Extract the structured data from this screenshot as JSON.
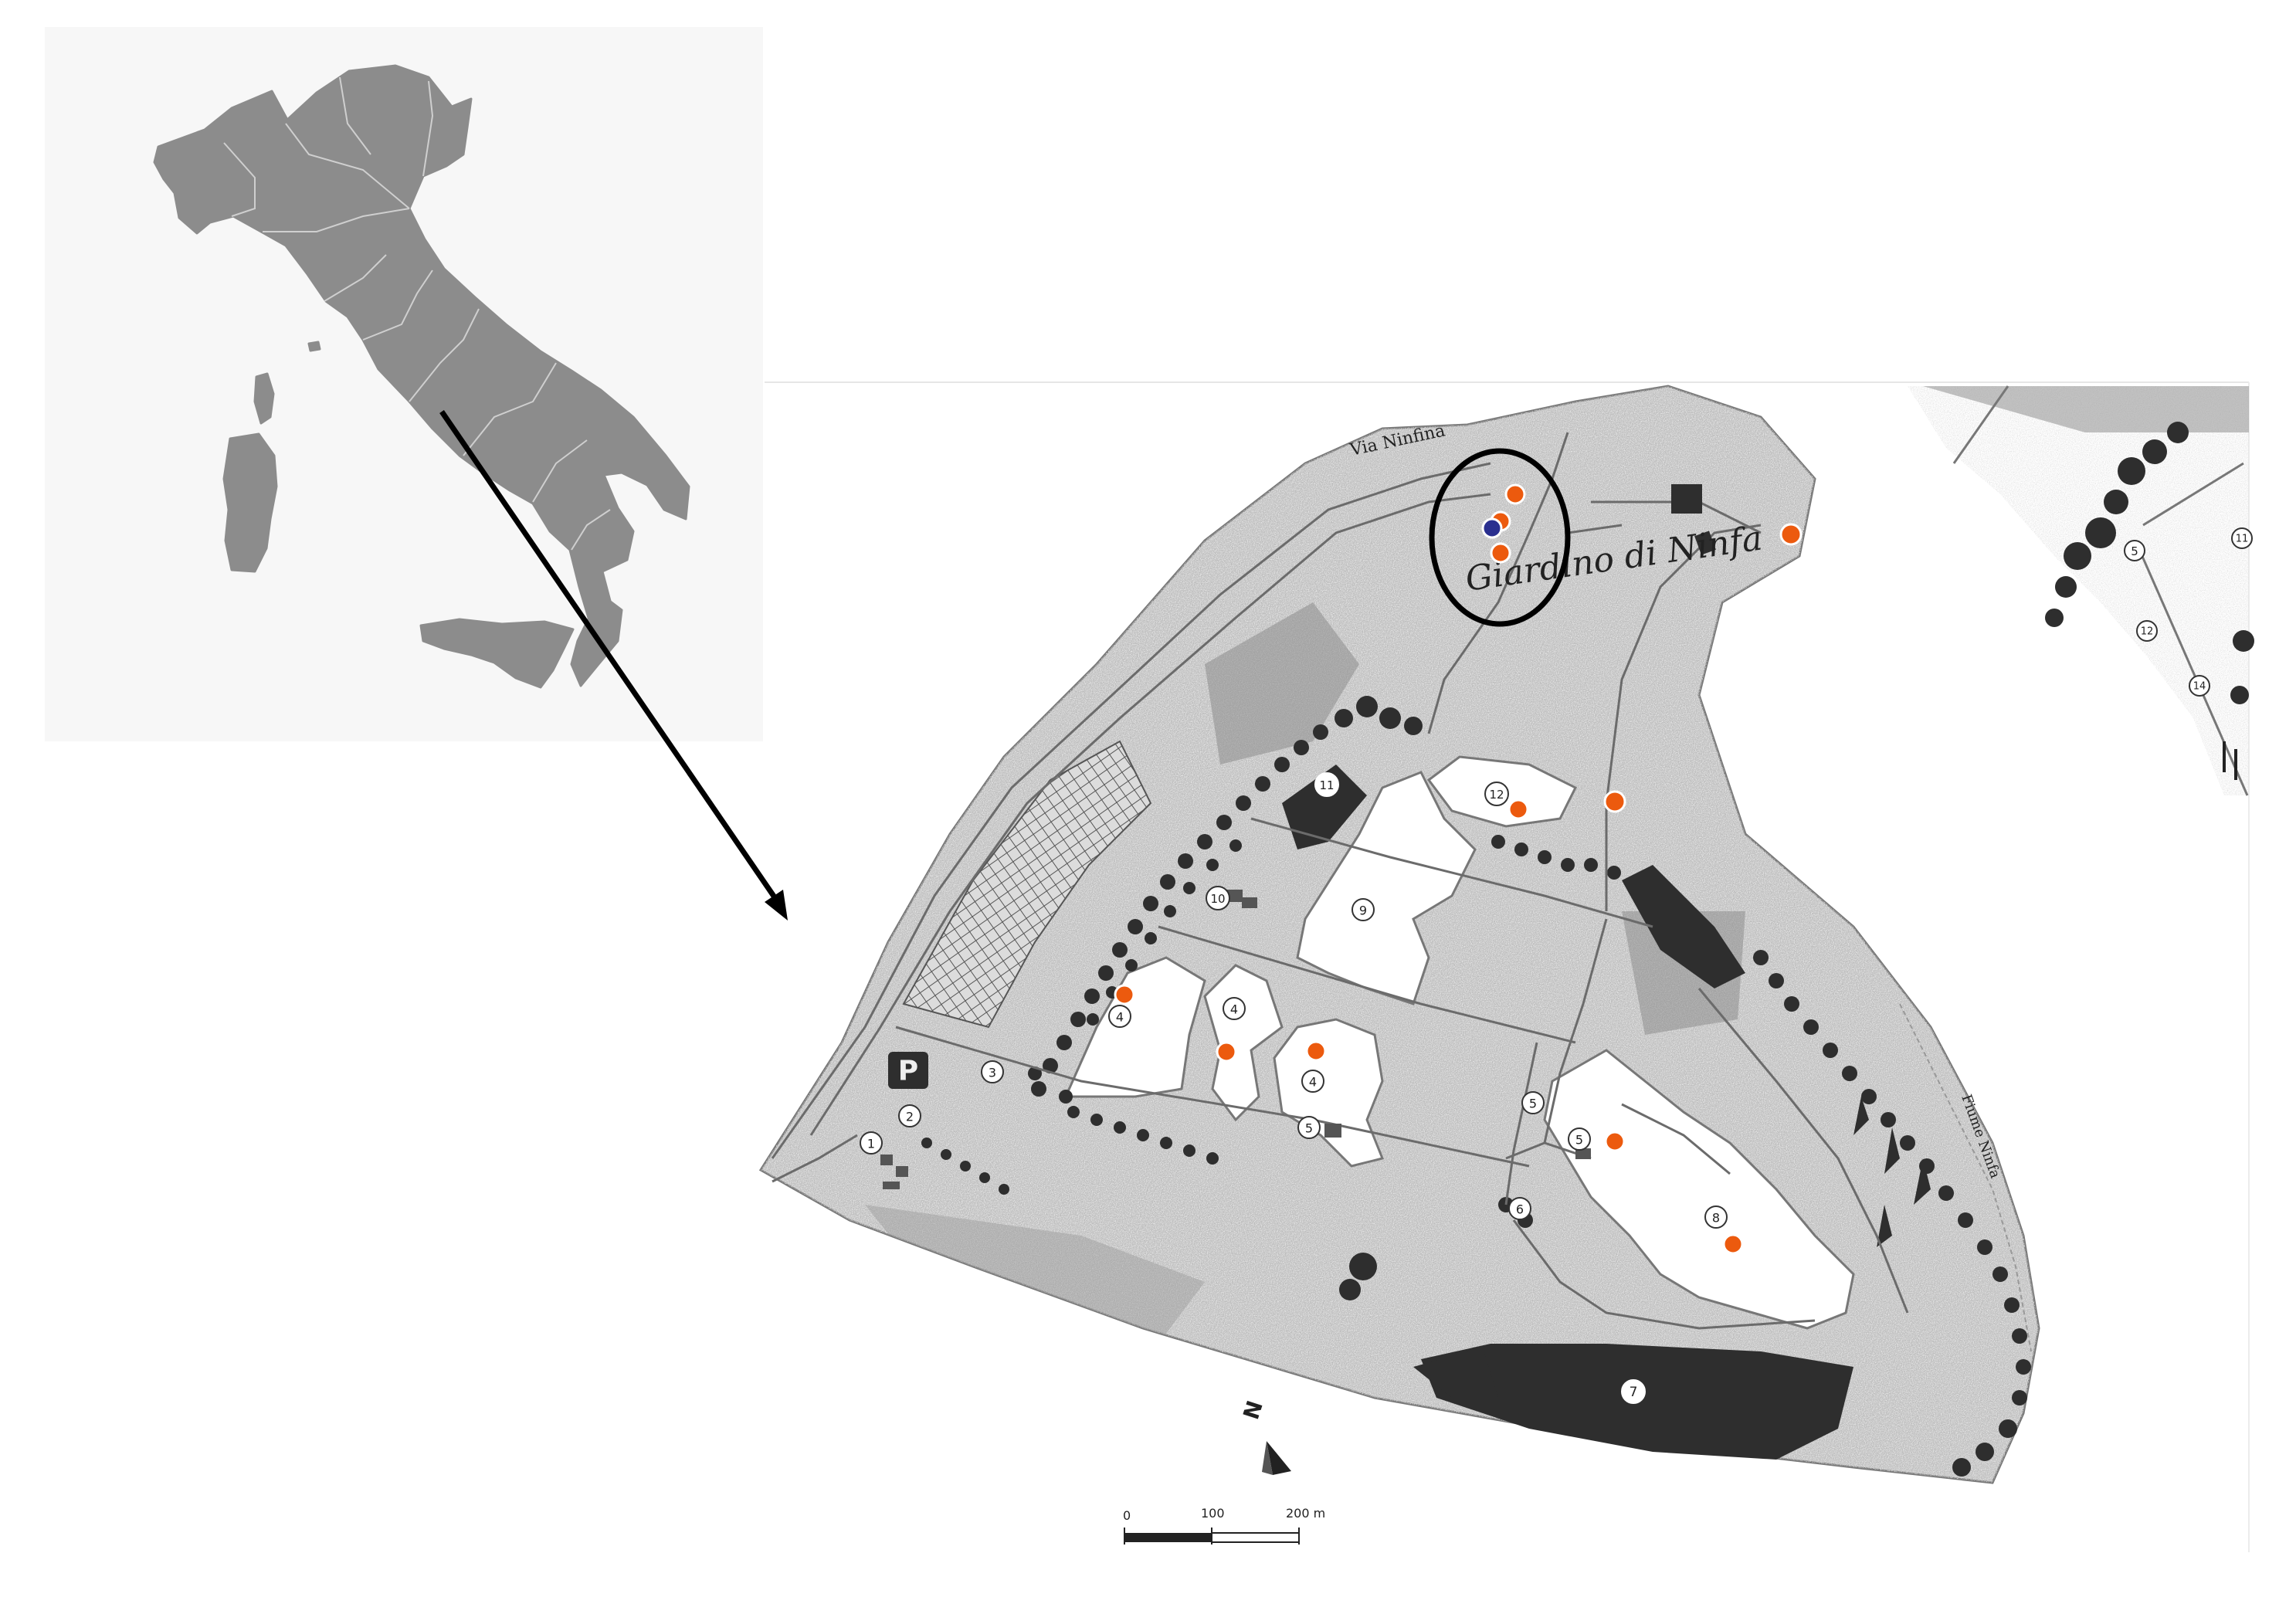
{
  "colors": {
    "inset_bg": "#f7f7f7",
    "italy_fill": "#8c8c8c",
    "region_border": "#cfcfcf",
    "map_bg": "#c9c9c9",
    "water": "#ffffff",
    "forest": "#2e2e2e",
    "poi_orange": "#ec5a0e",
    "poi_blue": "#2a2f8f"
  },
  "map": {
    "road_label": "Via Ninfina",
    "garden_label": "Giardino di Ninfa",
    "river_label": "Fiume Ninfa",
    "parking_label": "P",
    "north_label": "N",
    "scale": {
      "label_0": "0",
      "label_100": "100",
      "label_200": "200 m"
    },
    "numbered_features": [
      "1",
      "2",
      "3",
      "4",
      "4",
      "4",
      "5",
      "5",
      "5",
      "6",
      "7",
      "8",
      "9",
      "10",
      "11",
      "12"
    ],
    "edge_labels": [
      "5",
      "12",
      "14",
      "11"
    ]
  }
}
